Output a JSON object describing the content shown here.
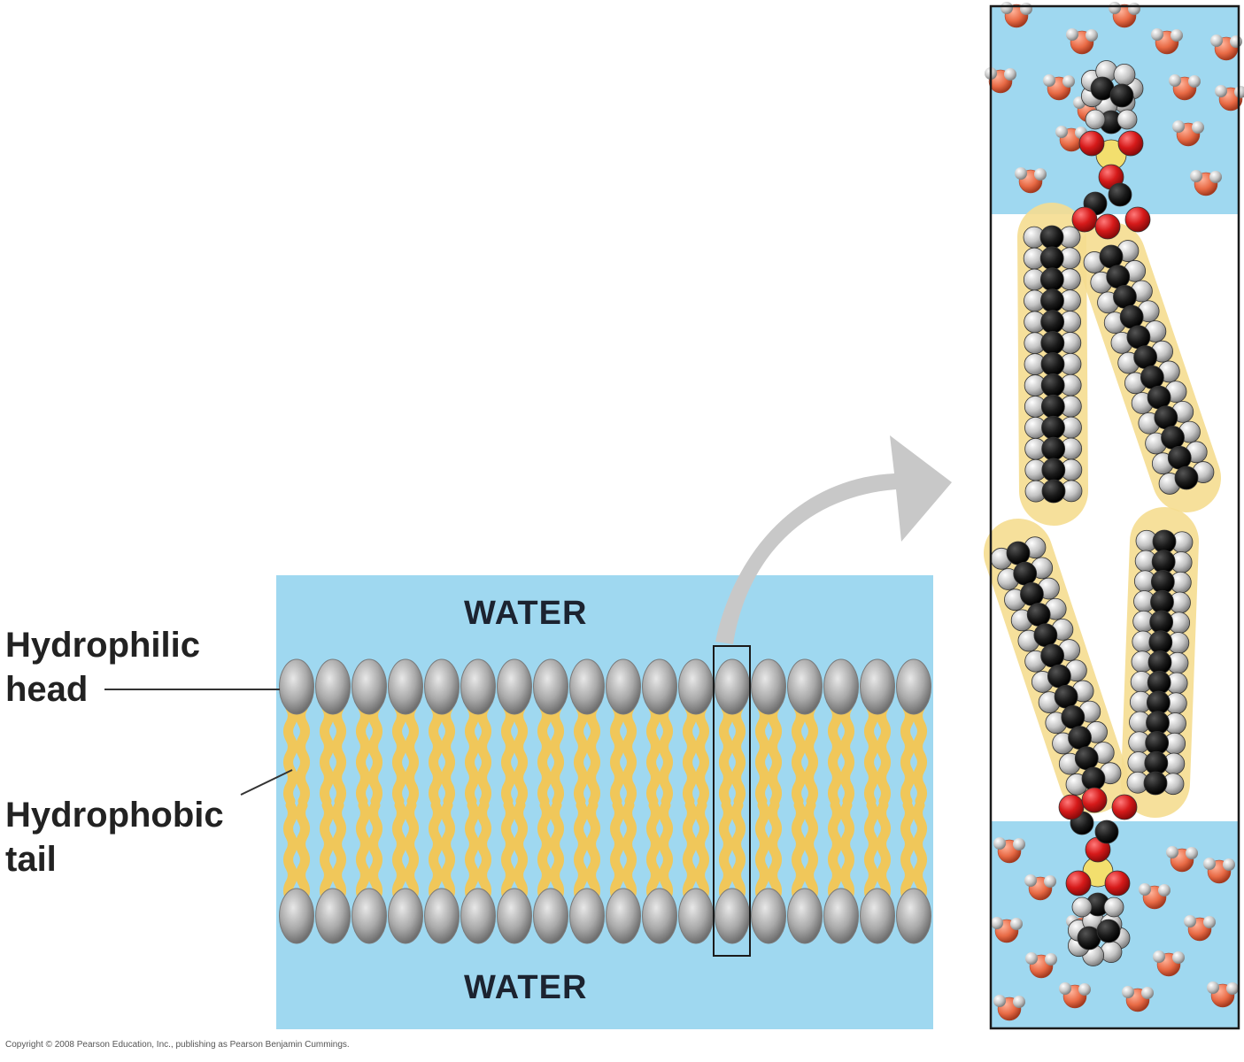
{
  "labels": {
    "hydrophilic_line1": "Hydrophilic",
    "hydrophilic_line2": "head",
    "hydrophobic_line1": "Hydrophobic",
    "hydrophobic_line2": "tail",
    "water_top": "WATER",
    "water_bottom": "WATER"
  },
  "copyright": "Copyright © 2008 Pearson Education, Inc., publishing as Pearson Benjamin Cummings.",
  "colors": {
    "water": "#9fd8f0",
    "tail": "#f0c75a",
    "head": "#a9a9a9",
    "carbon": "#222222",
    "hydrogen": "#c8c8c8",
    "oxygen": "#d61a1a",
    "phosphorus": "#f3df6e",
    "arrow": "#c8c8c8"
  },
  "icons": [
    "phospholipid-bilayer",
    "space-filling-model",
    "zoom-arrow",
    "water-molecule"
  ]
}
